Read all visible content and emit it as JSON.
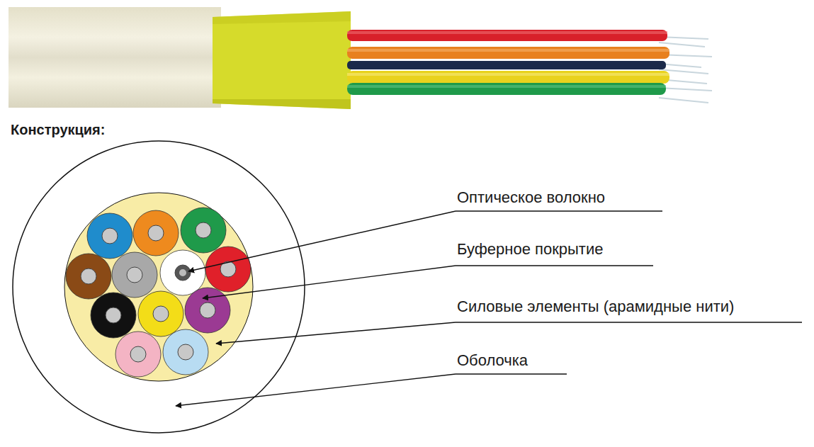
{
  "diagram": {
    "title": "Конструкция:",
    "labels": [
      "Оптическое волокно",
      "Буферное покрытие",
      "Силовые элементы (арамидные нити)",
      "Оболочка"
    ]
  }
}
